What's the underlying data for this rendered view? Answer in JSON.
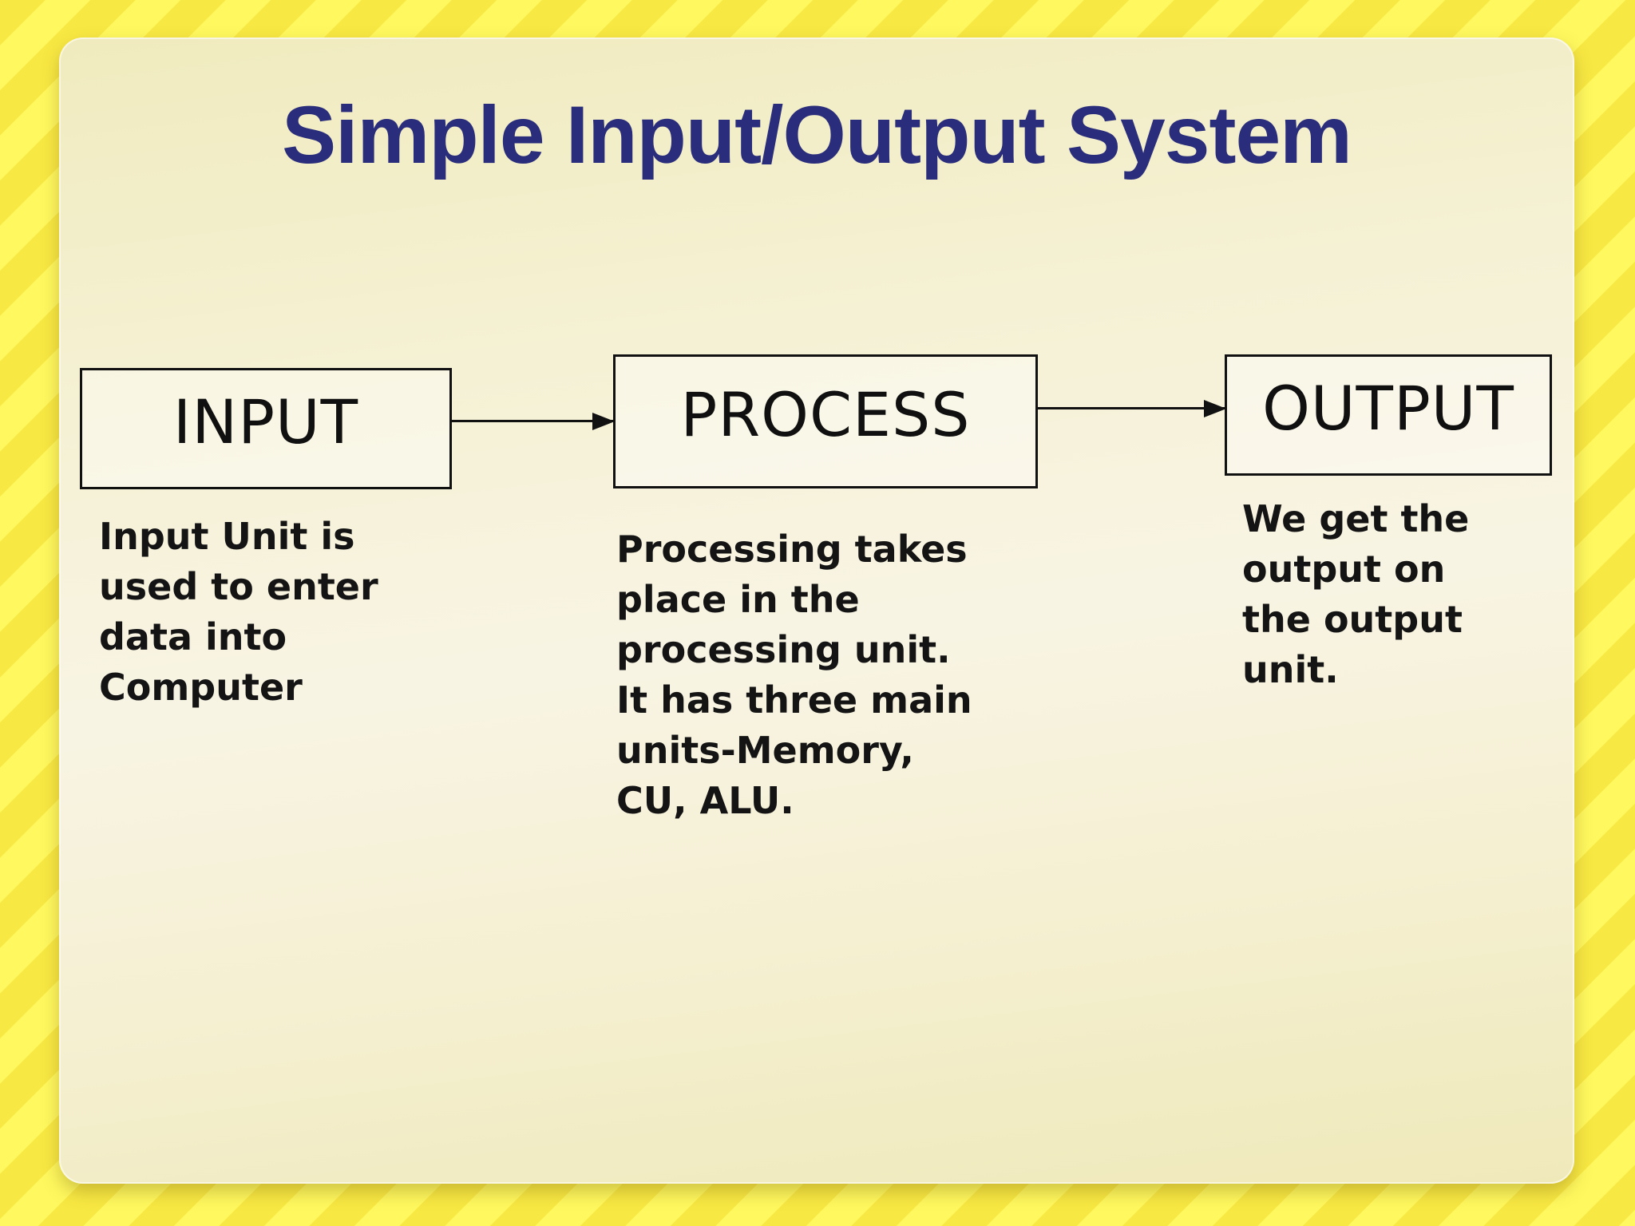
{
  "slide": {
    "title": "Simple Input/Output System"
  },
  "diagram": {
    "boxes": [
      {
        "label": "INPUT"
      },
      {
        "label": "PROCESS"
      },
      {
        "label": "OUTPUT"
      }
    ],
    "arrows": [
      {
        "name": "input-to-process"
      },
      {
        "name": "process-to-output"
      }
    ]
  },
  "descriptions": {
    "input": {
      "lines": [
        "Input Unit is",
        "used to enter",
        "data into",
        "Computer"
      ]
    },
    "process": {
      "lines": [
        "Processing takes",
        "place in the",
        "processing unit.",
        "It has three main",
        "units-Memory,",
        "CU, ALU."
      ]
    },
    "output": {
      "lines": [
        "We get the",
        "output on",
        "the output",
        "unit."
      ]
    }
  },
  "colors": {
    "title_text": "#2a2d7b",
    "body_text": "#141414",
    "box_border": "#111111",
    "stripe_dark": "#f8e843",
    "stripe_light": "#fff85e",
    "slide_top": "#f0ebbe",
    "slide_middle": "#f8f4e4",
    "slide_bottom": "#efe9ba"
  }
}
